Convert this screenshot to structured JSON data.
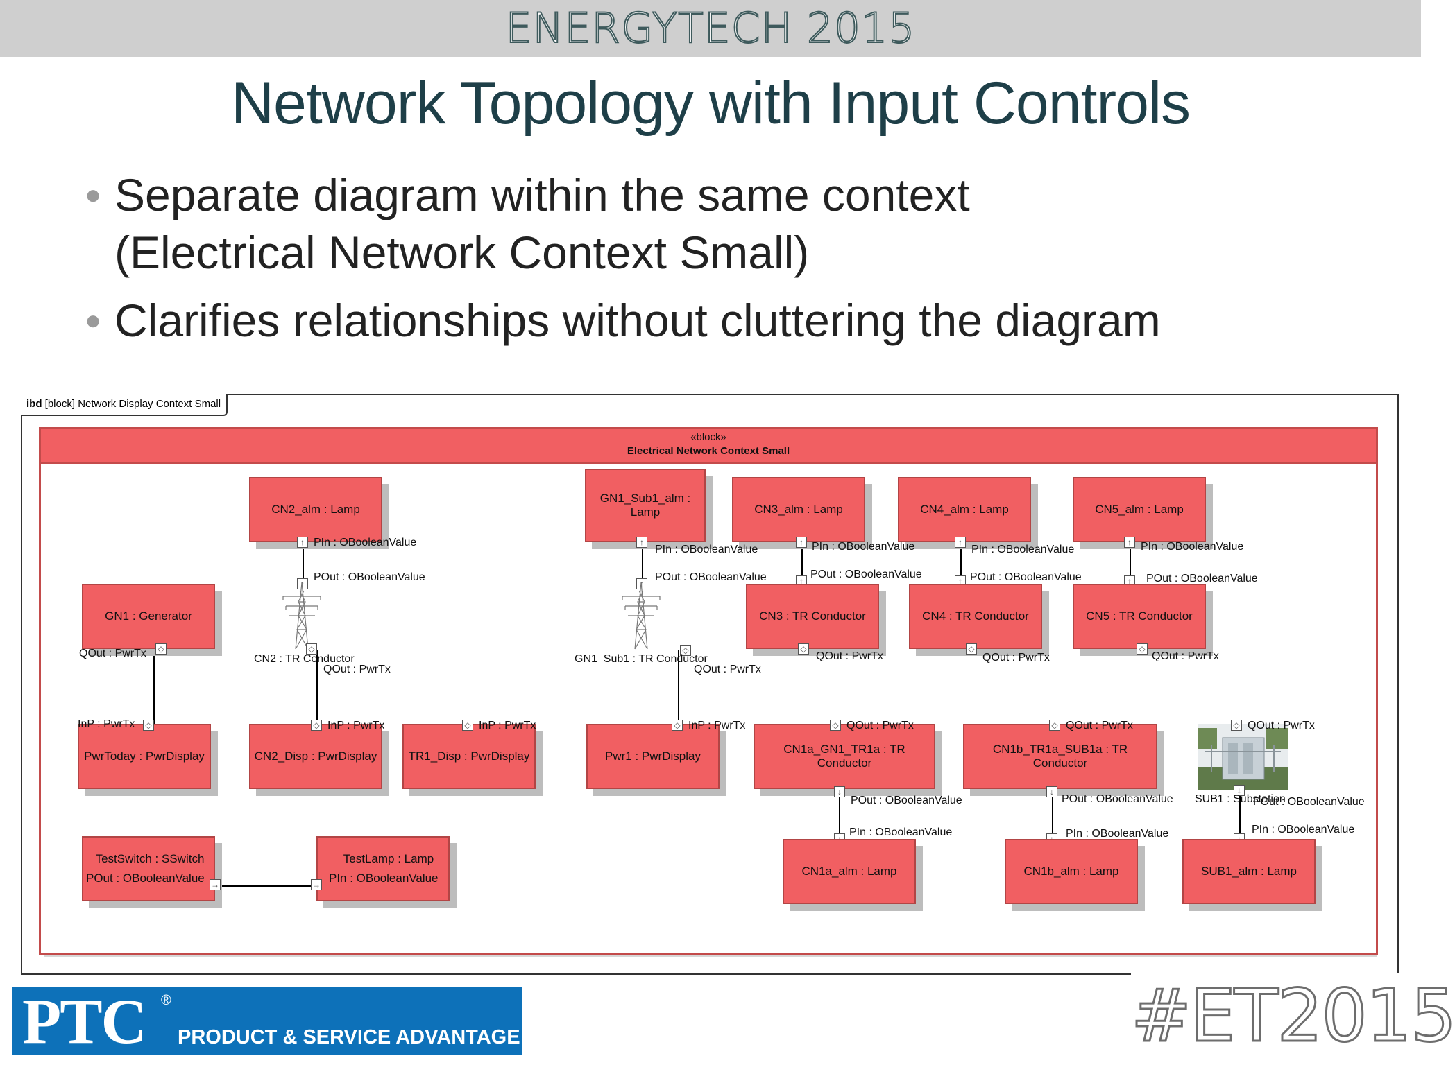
{
  "header": {
    "event": "ENERGYTECH 2015"
  },
  "slide": {
    "title": "Network Topology with Input Controls",
    "bullets": [
      {
        "line1": "Separate diagram within the same context",
        "line2": "(Electrical Network Context Small)"
      },
      {
        "line1": "Clarifies relationships without cluttering the diagram",
        "line2": ""
      }
    ]
  },
  "diagram": {
    "frame_label_kind": "ibd",
    "frame_label_rest": "[block] Network Display Context Small",
    "context_stereotype": "«block»",
    "context_name": "Electrical Network Context Small",
    "blocks": {
      "cn2_alm": "CN2_alm : Lamp",
      "gn1_sub1_alm": "GN1_Sub1_alm : Lamp",
      "cn3_alm": "CN3_alm : Lamp",
      "cn4_alm": "CN4_alm : Lamp",
      "cn5_alm": "CN5_alm : Lamp",
      "gn1": "GN1 : Generator",
      "cn3": "CN3 : TR Conductor",
      "cn4": "CN4 : TR Conductor",
      "cn5": "CN5 : TR Conductor",
      "pwrtoday": "PwrToday : PwrDisplay",
      "cn2_disp": "CN2_Disp : PwrDisplay",
      "tr1_disp": "TR1_Disp : PwrDisplay",
      "pwr1": "Pwr1 : PwrDisplay",
      "cn1a": "CN1a_GN1_TR1a : TR Conductor",
      "cn1b": "CN1b_TR1a_SUB1a : TR Conductor",
      "testswitch_name": "TestSwitch : SSwitch",
      "testswitch_port": "POut : OBooleanValue",
      "testlamp_name": "TestLamp : Lamp",
      "testlamp_port": "PIn : OBooleanValue",
      "cn1a_alm": "CN1a_alm : Lamp",
      "cn1b_alm": "CN1b_alm : Lamp",
      "sub1_alm": "SUB1_alm : Lamp"
    },
    "parts": {
      "cn2_tower": "CN2 : TR Conductor",
      "gn1_sub1_tower": "GN1_Sub1 : TR Conductor",
      "sub1": "SUB1 : Substation"
    },
    "ports": {
      "pin": "PIn : OBooleanValue",
      "pout": "POut : OBooleanValue",
      "qout": "QOut : PwrTx",
      "inp": "InP : PwrTx"
    }
  },
  "footer": {
    "ptc_logo": "PTC",
    "ptc_reg": "®",
    "ptc_tagline": "PRODUCT & SERVICE ADVANTAGE",
    "hashtag": "#ET2015"
  },
  "colors": {
    "block_fill": "#f15f62",
    "block_border": "#b24545",
    "title": "#1e3f48",
    "ptc_blue": "#0d71b9"
  },
  "icons": [
    "transmission-tower-icon",
    "substation-image"
  ]
}
